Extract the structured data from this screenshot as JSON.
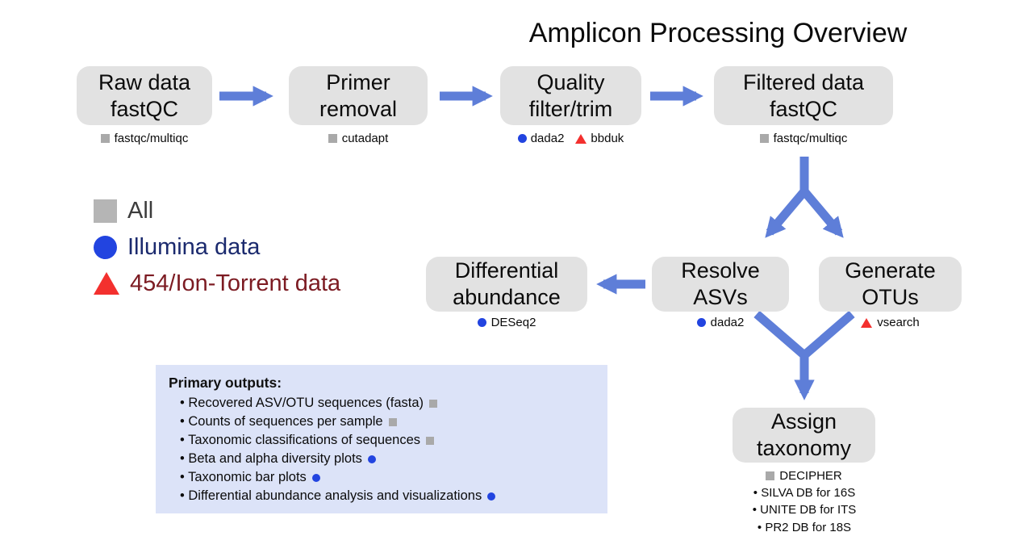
{
  "title": "Amplicon Processing Overview",
  "nodes": {
    "raw": {
      "label": "Raw data\nfastQC",
      "tool": "fastqc/multiqc"
    },
    "primer": {
      "label": "Primer\nremoval",
      "tool": "cutadapt"
    },
    "quality": {
      "label": "Quality\nfilter/trim",
      "tool_illumina": "dada2",
      "tool_454": "bbduk"
    },
    "filtered": {
      "label": "Filtered data\nfastQC",
      "tool": "fastqc/multiqc"
    },
    "differential": {
      "label": "Differential\nabundance",
      "tool": "DESeq2"
    },
    "asv": {
      "label": "Resolve\nASVs",
      "tool": "dada2"
    },
    "otu": {
      "label": "Generate\nOTUs",
      "tool": "vsearch"
    },
    "taxonomy": {
      "label": "Assign\ntaxonomy",
      "tool": "DECIPHER",
      "databases": [
        "• SILVA DB for 16S",
        "• UNITE DB for ITS",
        "• PR2 DB for 18S"
      ]
    }
  },
  "legend": {
    "items": [
      {
        "marker": "square",
        "label": "All"
      },
      {
        "marker": "circle",
        "label": "Illumina data"
      },
      {
        "marker": "triangle",
        "label": "454/Ion-Torrent data"
      }
    ]
  },
  "primary_outputs": {
    "title": "Primary outputs:",
    "items": [
      {
        "text": "• Recovered ASV/OTU sequences (fasta)",
        "marker": "square"
      },
      {
        "text": "• Counts of sequences per sample",
        "marker": "square"
      },
      {
        "text": "• Taxonomic classifications of sequences",
        "marker": "square"
      },
      {
        "text": "• Beta and alpha diversity plots",
        "marker": "circle"
      },
      {
        "text": "• Taxonomic bar plots",
        "marker": "circle"
      },
      {
        "text": "• Differential abundance analysis and visualizations",
        "marker": "circle"
      }
    ]
  },
  "colors": {
    "arrow": "#5e7ed8",
    "node_bg": "#e2e2e2",
    "legend_square": "#b5b5b5",
    "legend_circle": "#2244e0",
    "legend_triangle": "#f3302e",
    "illumina_text": "#1b2a6e",
    "ion_torrent_text": "#7c1b22",
    "outputs_bg": "#dce3f8"
  }
}
